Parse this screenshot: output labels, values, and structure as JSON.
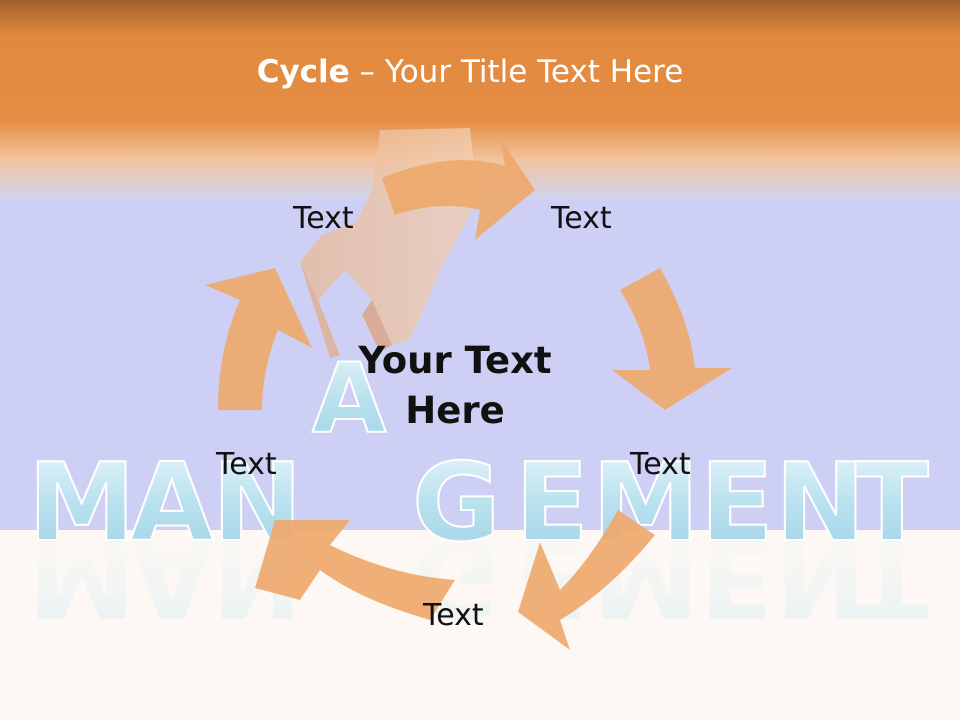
{
  "slide": {
    "title_bold": "Cycle",
    "title_rest": " – Your Title Text Here",
    "center_text_line1": "Your Text",
    "center_text_line2": "Here",
    "labels": {
      "top_left": "Text",
      "top_right": "Text",
      "right": "Text",
      "bottom": "Text",
      "left": "Text"
    },
    "background_word": "MANAGEMENT",
    "background_letters": [
      "M",
      "A",
      "N",
      "A",
      "G",
      "E",
      "M",
      "E",
      "N",
      "T"
    ]
  },
  "colors": {
    "header_orange": "#e48c43",
    "arrow_orange": "#eea86c",
    "mid_lavender": "#cdd0f4",
    "bottom_cream": "#fdf8f3",
    "title_text": "#ffffff",
    "body_text": "#111111"
  },
  "icons": [
    "hand-image",
    "cycle-arrow"
  ]
}
